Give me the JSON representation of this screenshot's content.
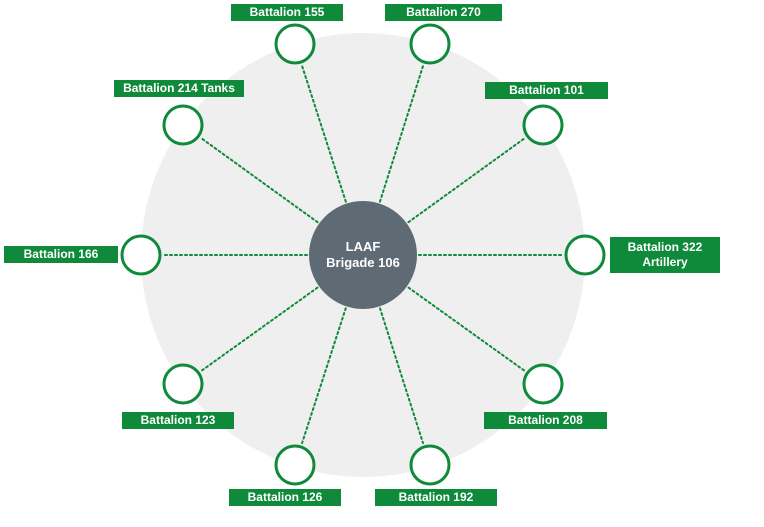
{
  "colors": {
    "background_disc": "#efefef",
    "hub_fill": "#5e6a74",
    "node_stroke": "#0f8a3a",
    "node_fill": "#ffffff",
    "connector": "#0f8a3a",
    "label_fill": "#0f8a3a",
    "label_text": "#ffffff"
  },
  "hub": {
    "label": "LAAF\nBrigade 106"
  },
  "battalions": [
    {
      "id": "b155",
      "label": "Battalion 155"
    },
    {
      "id": "b270",
      "label": "Battalion 270"
    },
    {
      "id": "b214",
      "label": "Battalion 214 Tanks"
    },
    {
      "id": "b101",
      "label": "Battalion 101"
    },
    {
      "id": "b166",
      "label": "Battalion 166"
    },
    {
      "id": "b322",
      "label": "Battalion 322\nArtillery"
    },
    {
      "id": "b123",
      "label": "Battalion 123"
    },
    {
      "id": "b208",
      "label": "Battalion 208"
    },
    {
      "id": "b126",
      "label": "Battalion 126"
    },
    {
      "id": "b192",
      "label": "Battalion 192"
    }
  ]
}
